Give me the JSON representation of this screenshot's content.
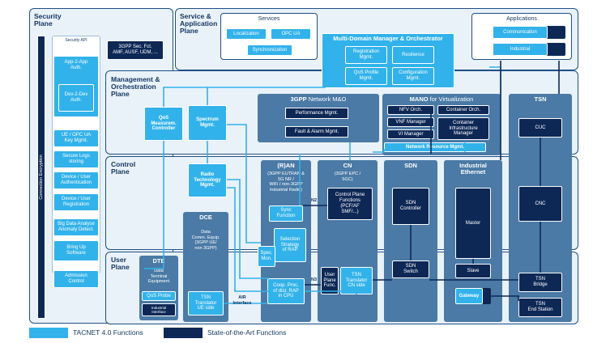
{
  "planes": {
    "security": "Security\nPlane",
    "service": "Service &\nApplication\nPlane",
    "management": "Management &\nOrchestration\nPlane",
    "control": "Control\nPlane",
    "user": "User\nPlane"
  },
  "security": {
    "api": "Security API",
    "app2app": "App-2-App\nAuth.",
    "dev2dev": "Dev-2-Dev\nAuth.",
    "ue_key": "UE / OPC UA\nKey Mgmt.",
    "logs": "Secure Logs\nstoring",
    "device_auth": "Device / User\nAuthentication",
    "device_reg": "Device  / User\nRegistration",
    "bigdata": "Big Data Analyse\nAnomaly Detect.",
    "bringup": "Bring Up\nSoftware",
    "admission": "Admission\nControl",
    "encryption": "Connection Encryption"
  },
  "gpp_sec": "3GPP Sec. Fct.\nAMF, AUSF, UDM, ...",
  "services": {
    "title": "Services",
    "localization": "Localization",
    "opcua": "OPC UA",
    "sync": "Synchronization"
  },
  "applications": {
    "title": "Applications",
    "communication": "Communication",
    "industrial": "Industrial"
  },
  "mdmo": {
    "title": "Multi-Domain Manager & Orchestrator",
    "registration": "Registration\nMgmt.",
    "resilience": "Resilience",
    "qos_profile": "QoS Profile\nMgmt.",
    "configuration": "Configuration\nMgmt."
  },
  "nmo": {
    "title_bold": "3GPP",
    "title_rest": " Network M&O",
    "performance": "Performance Mgmt.",
    "fault": "Fault & Alarm Mgmt."
  },
  "mano": {
    "title_bold": "MANO",
    "title_rest": " for Virtualization",
    "nfv": "NFV Orch.",
    "container_orch": "Container Orch.",
    "vnf": "VNF Manager",
    "container_infra": "Container\nInfrastructure\nManager",
    "vim": "VI Manager",
    "nrm": "Network Resource Mgmt."
  },
  "qos_controller": "QoS\nMeasurem.\nController",
  "spectrum": "Spectrum\nMgmt.",
  "radio_tech": "Radio\nTechnology\nMgmt.",
  "dce": {
    "title": "DCE",
    "desc": "Data\nComm. Equip.\n(3GPP UE/\nnon 3GPP)",
    "tsn_translator": "TSN\nTranslator\nUE side"
  },
  "dte": {
    "title": "DTE",
    "desc": "Data\nTerminal\nEquipment",
    "qos_probe": "QoS Probe",
    "industrial_interface": "Industrial\nInterface"
  },
  "ran": {
    "title": "(R)AN",
    "desc": "(3GPP EUTRAN &\n5G NR /\nWiFi / non-3GPP\nIndustrial Radio)",
    "sync_fn": "Sync\nFunction",
    "selection": "Selection\nStrategy\nof RAP",
    "spec_mon": "Spec.\nMon.",
    "coop": "Coop. Proc.\nof dist. RAP\nin CPU"
  },
  "cn": {
    "title": "CN",
    "desc": "(3GPP EPC /\n5GC)",
    "cp_functions": "Control Plane\nFunctions\n(PCF/AF\nSMF/...)",
    "up_functions": "User\nPlane\nFunc.",
    "tsn_translator": "TSN\nTranslator\nCN side"
  },
  "sdn": {
    "title": "SDN",
    "controller": "SDN\nController",
    "switch": "SDN\nSwitch"
  },
  "ie": {
    "title": "Industrial\nEthernet",
    "master": "Master",
    "slave": "Slave",
    "gateway": "Gateway"
  },
  "tsn": {
    "title": "TSN",
    "cuc": "CUC",
    "cnc": "CNC",
    "bridge": "TSN\nBridge",
    "endstation": "TSN\nEnd Station"
  },
  "interfaces": {
    "n2": "N2",
    "n3": "N3",
    "air": "AIR\nInterface"
  },
  "legend": {
    "tacnet": "TACNET 4.0 Functions",
    "sota": "State-of-the-Art Functions"
  },
  "colors": {
    "tacnet": "#32b2ea",
    "sota": "#0e2856",
    "block": "#4a7aa5",
    "plane_border": "#1d4f86"
  }
}
